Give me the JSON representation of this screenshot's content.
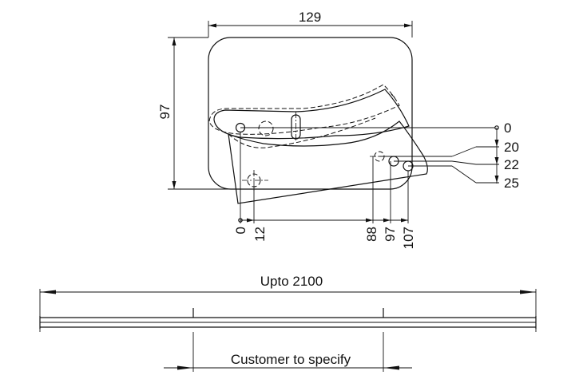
{
  "plate_dimensions": {
    "width_label": "129",
    "height_label": "97"
  },
  "horizontal_hole_positions": [
    "0",
    "12",
    "88",
    "97",
    "107"
  ],
  "vertical_hole_positions": [
    "0",
    "20",
    "22",
    "25"
  ],
  "blade": {
    "length_label": "Upto 2100",
    "spacing_label": "Customer to specify"
  }
}
